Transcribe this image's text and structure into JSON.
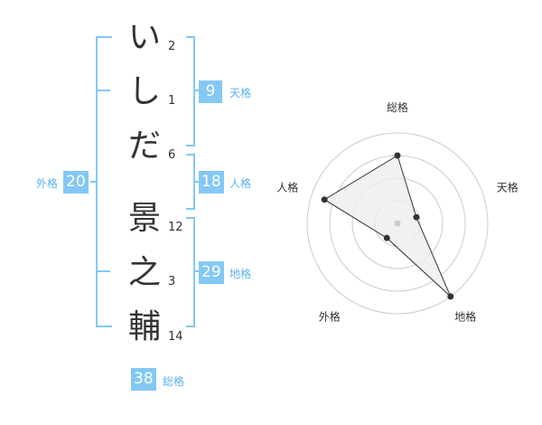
{
  "name_chars": [
    {
      "char": "い",
      "strokes": "2"
    },
    {
      "char": "し",
      "strokes": "1"
    },
    {
      "char": "だ",
      "strokes": "6"
    },
    {
      "char": "景",
      "strokes": "12"
    },
    {
      "char": "之",
      "strokes": "3"
    },
    {
      "char": "輔",
      "strokes": "14"
    }
  ],
  "kakusu": {
    "tenkaku": {
      "value": "9",
      "label": "天格"
    },
    "jinkaku": {
      "value": "18",
      "label": "人格"
    },
    "chikaku": {
      "value": "29",
      "label": "地格"
    },
    "gaikaku": {
      "value": "20",
      "label": "外格"
    },
    "soukaku": {
      "value": "38",
      "label": "総格"
    }
  },
  "chart_data": {
    "type": "radar",
    "axes": [
      "総格",
      "天格",
      "地格",
      "外格",
      "人格"
    ],
    "values": [
      0.75,
      0.22,
      1.0,
      0.2,
      0.85
    ],
    "rings": 4,
    "center_dot_color": "#cccccc",
    "fill_color": "#eeeeee",
    "line_color": "#333333",
    "grid_color": "#cccccc"
  },
  "colors": {
    "accent": "#83c8f5",
    "accent_text": "#5bb3ee",
    "text": "#333333"
  }
}
